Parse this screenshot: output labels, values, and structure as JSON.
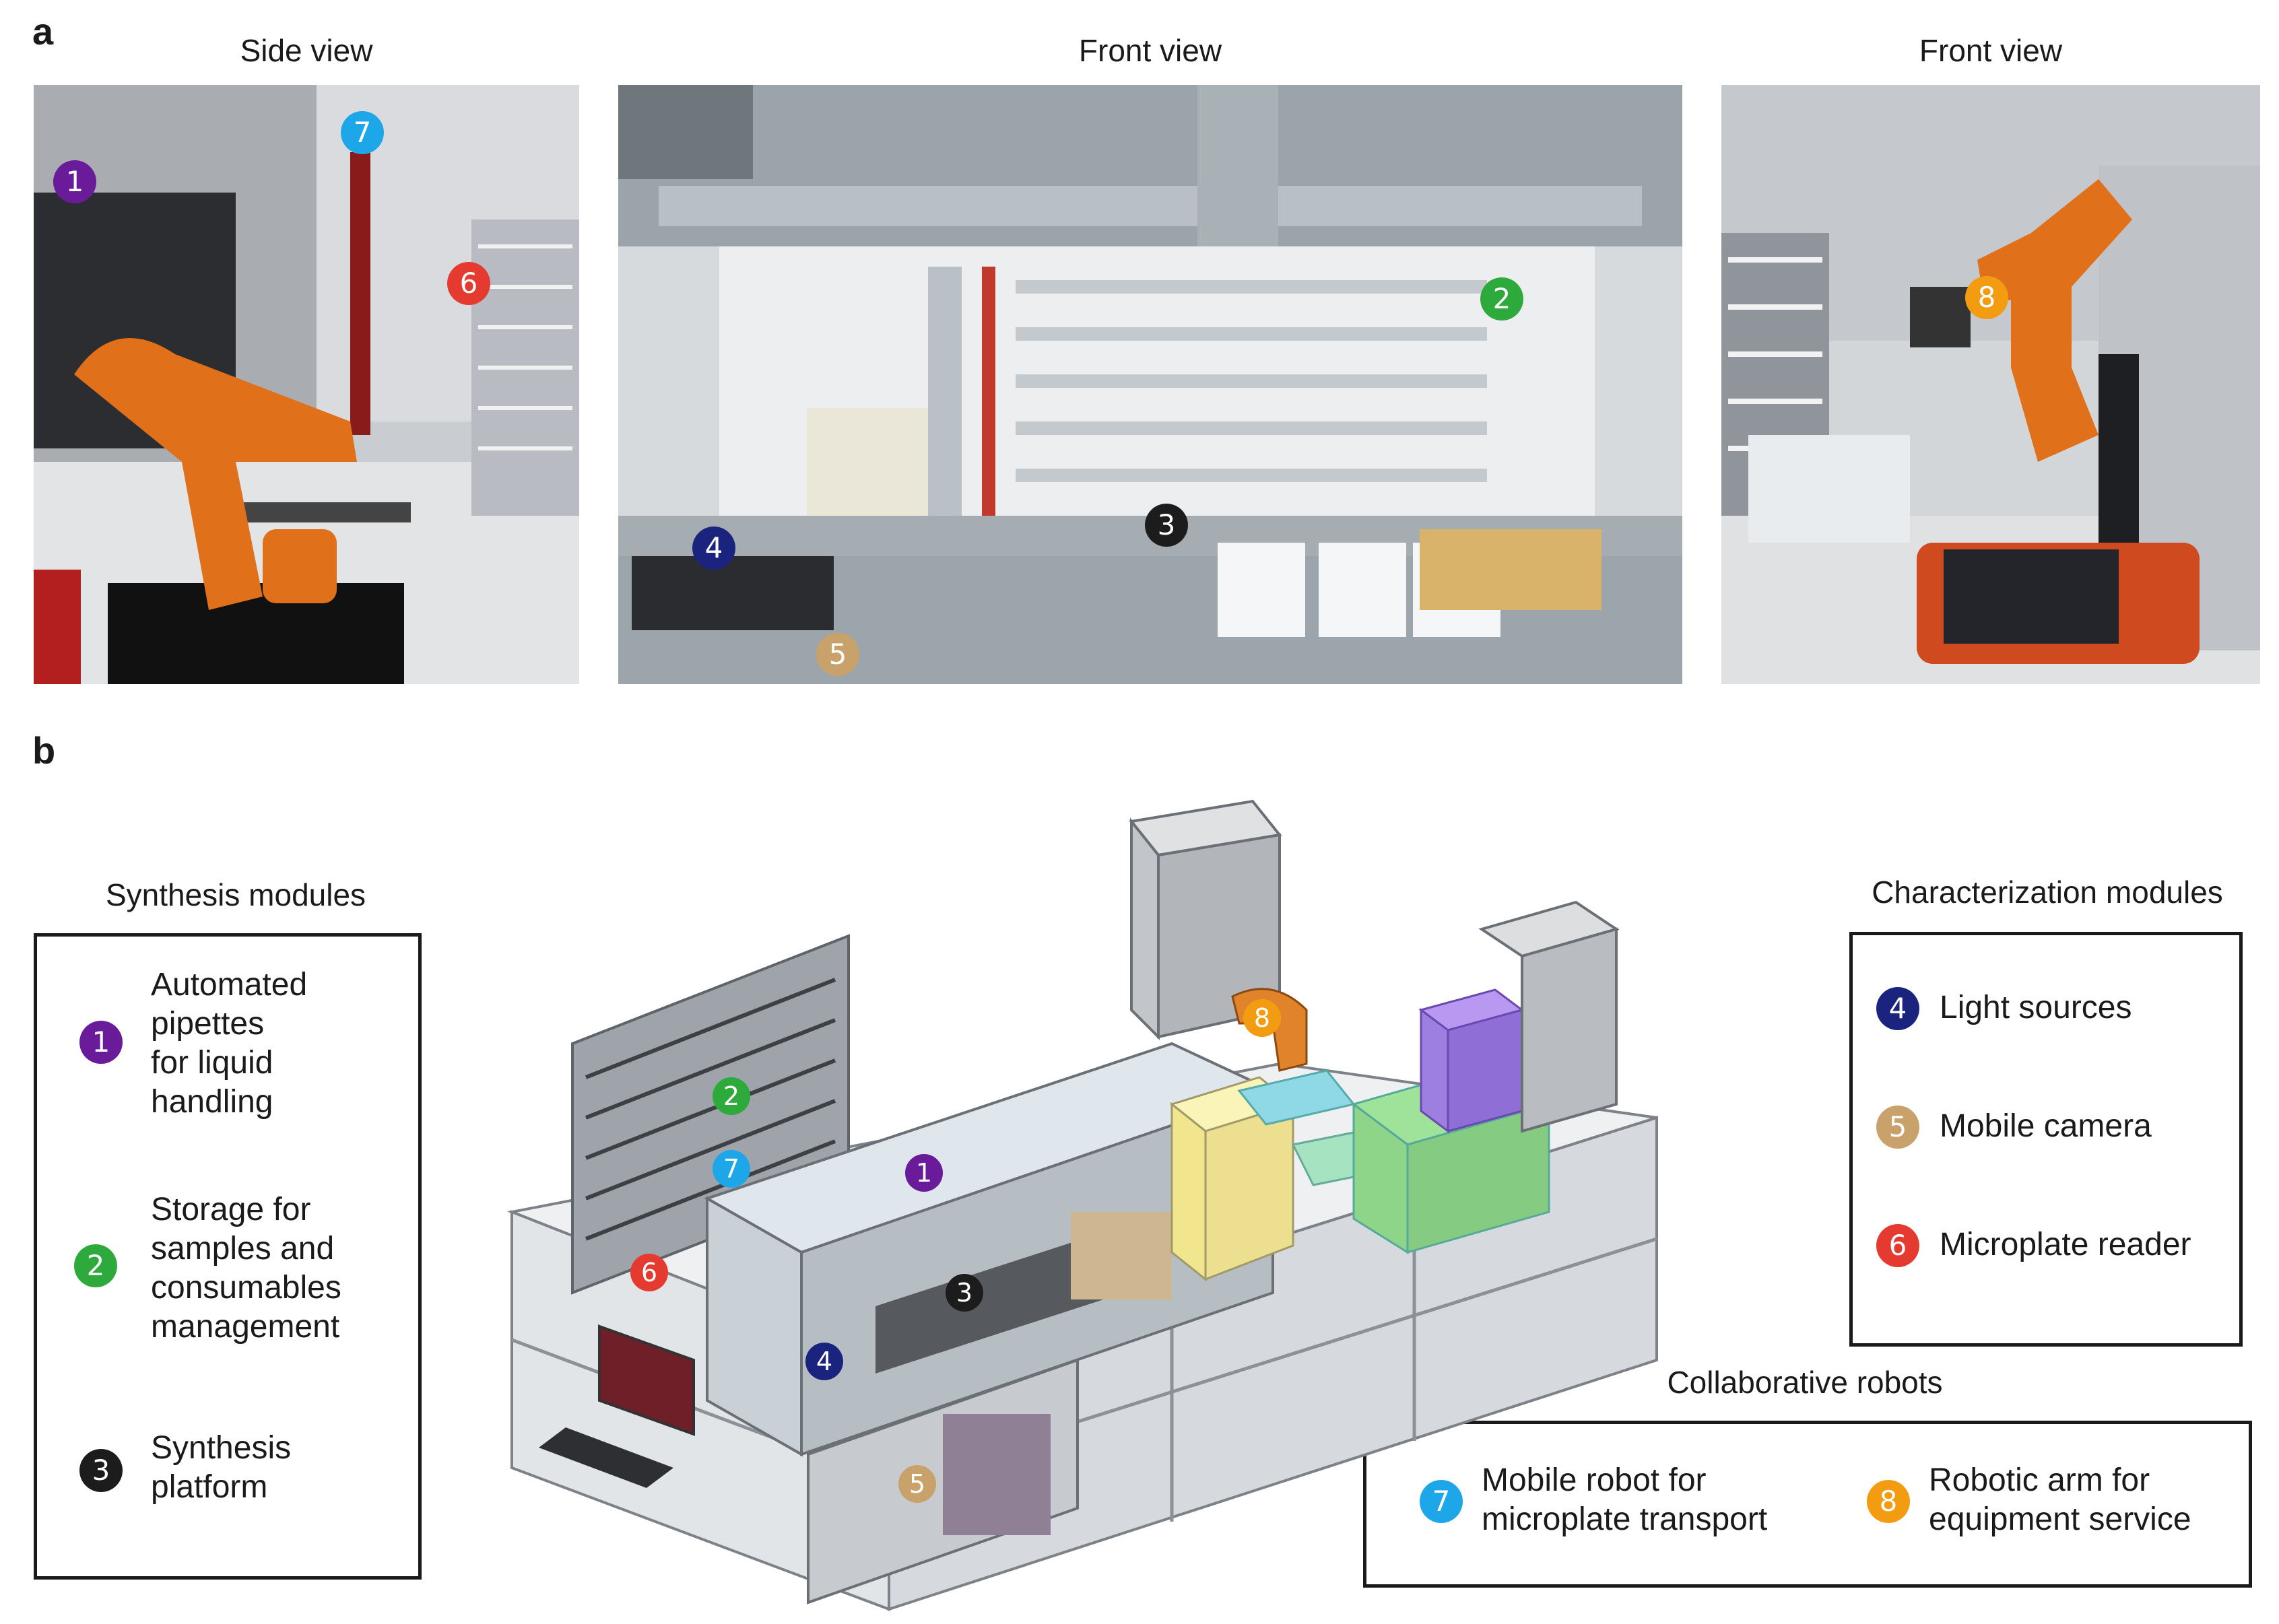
{
  "panel_a": {
    "letter": "a",
    "views": [
      {
        "title": "Side view"
      },
      {
        "title": "Front view"
      },
      {
        "title": "Front view"
      }
    ]
  },
  "panel_b": {
    "letter": "b",
    "synthesis": {
      "title": "Synthesis modules",
      "items": [
        {
          "num": "1",
          "label": "Automated\npipettes\nfor liquid\nhandling"
        },
        {
          "num": "2",
          "label": "Storage for\nsamples and\nconsumables\nmanagement"
        },
        {
          "num": "3",
          "label": "Synthesis\nplatform"
        }
      ]
    },
    "characterization": {
      "title": "Characterization modules",
      "items": [
        {
          "num": "4",
          "label": "Light sources"
        },
        {
          "num": "5",
          "label": "Mobile camera"
        },
        {
          "num": "6",
          "label": "Microplate reader"
        }
      ]
    },
    "collaborative": {
      "title": "Collaborative robots",
      "items": [
        {
          "num": "7",
          "label": "Mobile robot for\nmicroplate transport"
        },
        {
          "num": "8",
          "label": "Robotic arm for\nequipment service"
        }
      ]
    }
  },
  "colors": {
    "1": "#6a1b9a",
    "2": "#2eaa3c",
    "3": "#1c1c1c",
    "4": "#1a237e",
    "5": "#c9a16a",
    "6": "#e53a2f",
    "7": "#1ea7e8",
    "8": "#f39c12"
  }
}
